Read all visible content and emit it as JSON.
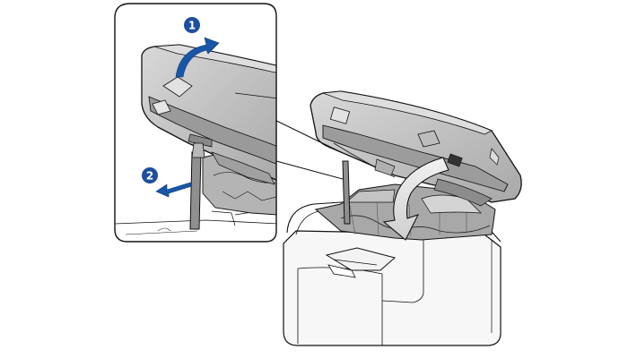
{
  "callouts": [
    {
      "number": "1",
      "action": "lift-scanner-cover"
    },
    {
      "number": "2",
      "action": "pull-support-lever"
    }
  ],
  "colors": {
    "stroke": "#111111",
    "body": "#f7f7f7",
    "cover": "#c9c9c9",
    "cover_dark": "#9a9a9a",
    "interior": "#a6a6a6",
    "accent_blue": "#1a56a6",
    "badge_blue": "#1f4f9c"
  },
  "icons": [
    "curved-arrow-icon",
    "left-arrow-icon",
    "down-curved-arrow-icon"
  ]
}
